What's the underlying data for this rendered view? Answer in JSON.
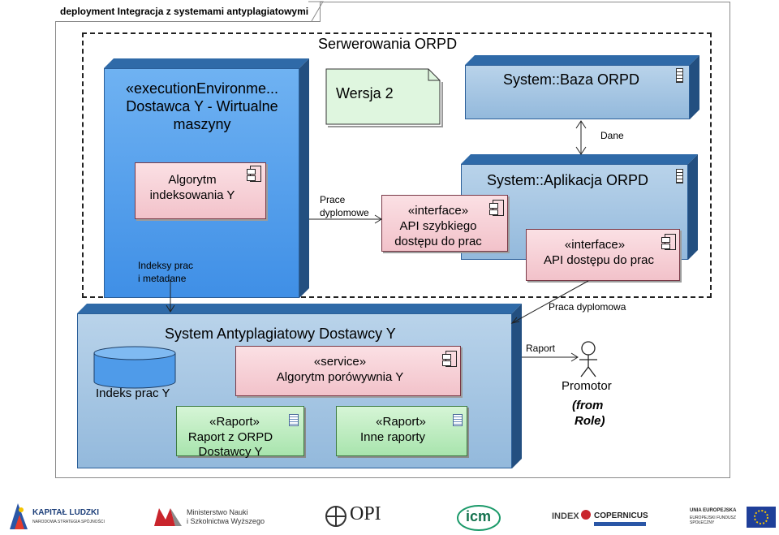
{
  "frame_title": "deployment Integracja z systemami antyplagiatowymi",
  "serwerowania_title": "Serwerowania ORPD",
  "nodes": {
    "exec_env": "«executionEnvironme... Dostawca Y - Wirtualne maszyny",
    "baza": "System::Baza ORPD",
    "aplikacja": "System::Aplikacja ORPD",
    "antyplagiat": "System Antyplagiatowy Dostawcy Y"
  },
  "note_wersja": "Wersja 2",
  "components": {
    "algorytm_indeksowania": "Algorytm indeksowania Y",
    "api_szybkiego": [
      "«interface»",
      "API szybkiego",
      "dostępu do prac"
    ],
    "api_dostepu": [
      "«interface»",
      "API dostępu do prac"
    ],
    "service_algorytm": [
      "«service»",
      "Algorytm porówywnia Y"
    ],
    "raport_orpd": [
      "«Raport»",
      "Raport z ORPD",
      "Dostawcy Y"
    ],
    "inne_raporty": [
      "«Raport»",
      "Inne raporty"
    ]
  },
  "datastore": "Indeks prac Y",
  "actor": {
    "name": "Promotor",
    "role": [
      "(from",
      "Role)"
    ]
  },
  "edge_labels": {
    "dane": "Dane",
    "prace_dyplomowe": [
      "Prace",
      "dyplomowe"
    ],
    "indeksy": [
      "Indeksy prac",
      "i metadane"
    ],
    "praca_dyplomowa": "Praca dyplomowa",
    "raport": "Raport"
  },
  "logos": [
    {
      "title": "KAPITAŁ LUDZKI",
      "subtitle": "NARODOWA STRATEGIA SPÓJNOŚCI"
    },
    {
      "title": "Ministerstwo Nauki",
      "subtitle": "i Szkolnictwa Wyższego"
    },
    {
      "title": "OPI",
      "subtitle": ""
    },
    {
      "title": "icm",
      "subtitle": ""
    },
    {
      "title": "INDEX",
      "subtitle": "COPERNICUS"
    },
    {
      "title": "UNIA EUROPEJSKA",
      "subtitle": "EUROPEJSKI FUNDUSZ SPOŁECZNY"
    }
  ],
  "colors": {
    "node_blue": "#4f9be9",
    "node_light": "#a8c6e4",
    "component_pink": "#f6cdd3",
    "report_green": "#b8eabb",
    "note_green": "#dff6df"
  }
}
